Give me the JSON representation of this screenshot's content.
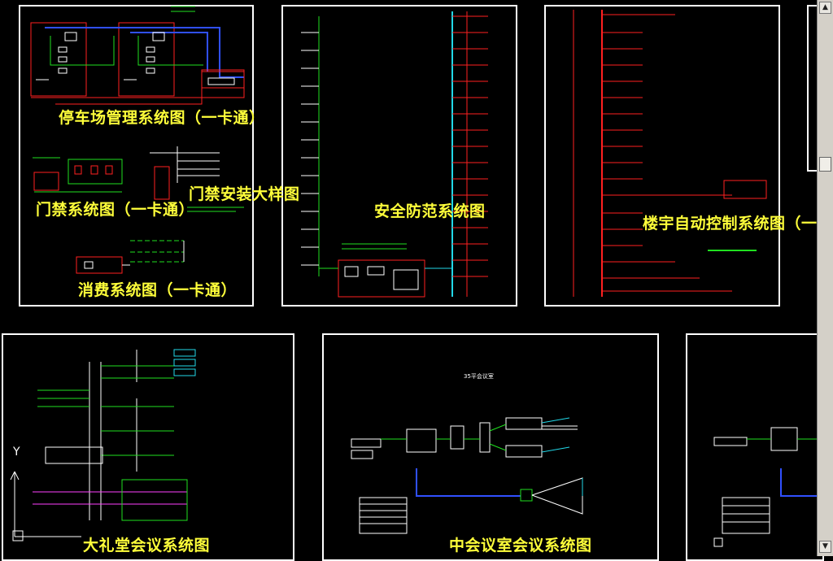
{
  "titles": {
    "parking": "停车场管理系统图（一卡通）",
    "door": "门禁系统图（一卡通）",
    "door_install": "门禁安装大样图",
    "consume": "消费系统图（一卡通）",
    "security": "安全防范系统图",
    "building": "楼宇自动控制系统图（一",
    "auditorium": "大礼堂会议系统图",
    "mid_meeting": "中会议室会议系统图"
  },
  "mid_meeting_caption": "35平会议室",
  "axis": {
    "y_label": "Y"
  },
  "scrollbar": {
    "up_arrow": "▲",
    "down_arrow": "▼"
  },
  "colors": {
    "background": "#000000",
    "frame": "#ffffff",
    "title": "#ffff3a",
    "wire_red": "#ff2020",
    "wire_green": "#20e020",
    "wire_cyan": "#22d8e8",
    "wire_blue": "#3050ff",
    "wire_magenta": "#ff40ff"
  }
}
